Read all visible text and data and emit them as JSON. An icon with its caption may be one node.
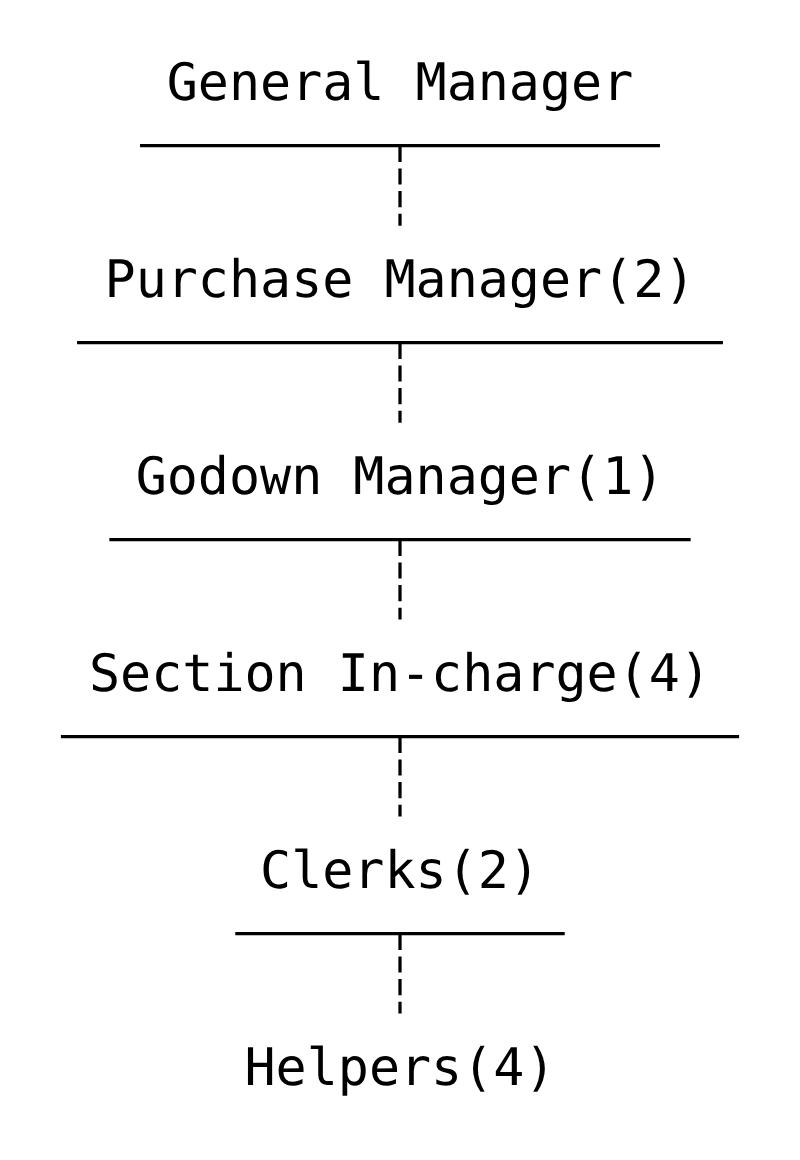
{
  "diagram": {
    "nodes": [
      {
        "text": [
          "General Manager"
        ]
      },
      {
        "text": [
          "Purchase Manager(2)"
        ]
      },
      {
        "text": [
          "Godown Manager(1)"
        ]
      },
      {
        "text": [
          "Section In-charge(4)"
        ]
      },
      {
        "text": [
          "Clerks(2)"
        ]
      },
      {
        "text": [
          "Helpers(4)"
        ]
      }
    ],
    "edges": [
      {
        "from": 0,
        "to": 1,
        "arrow": "none",
        "style": "dashed"
      },
      {
        "from": 1,
        "to": 2,
        "arrow": "none",
        "style": "dashed"
      },
      {
        "from": 2,
        "to": 3,
        "arrow": "none",
        "style": "dashed"
      },
      {
        "from": 3,
        "to": 4,
        "arrow": "none",
        "style": "dashed"
      },
      {
        "from": 4,
        "to": 5,
        "arrow": "none",
        "style": "dashed"
      }
    ]
  }
}
